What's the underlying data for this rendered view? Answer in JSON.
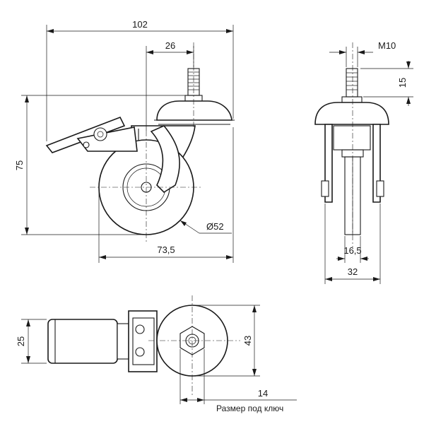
{
  "dimensions": {
    "overall_width": "102",
    "stem_offset": "26",
    "height": "75",
    "wheel_diameter": "Ø52",
    "wheel_span": "73,5",
    "thread": "M10",
    "stem_length": "15",
    "tread_width": "16,5",
    "fork_width": "32",
    "brake_width": "25",
    "plate_width": "43",
    "wrench_size": "14"
  },
  "notes": {
    "wrench_caption": "Размер под ключ"
  }
}
